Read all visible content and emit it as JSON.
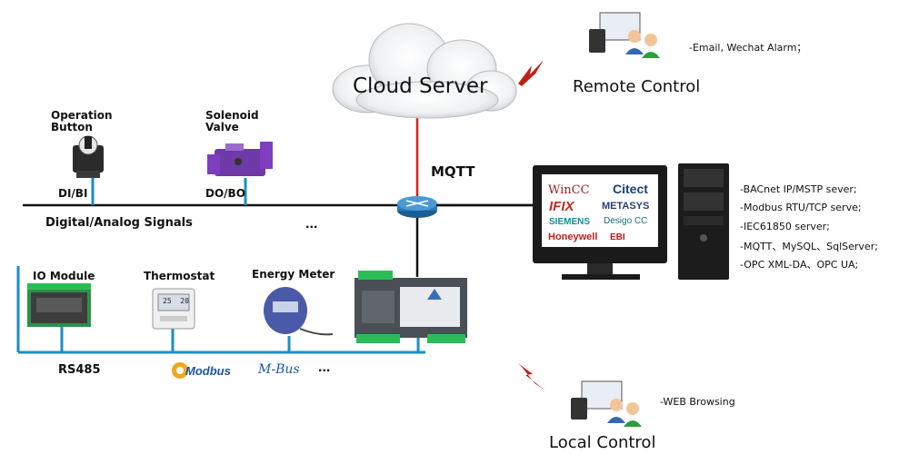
{
  "cloud": {
    "label": "Cloud Server"
  },
  "protocol": {
    "label": "MQTT"
  },
  "remote": {
    "title": "Remote Control",
    "note": "-Email, Wechat Alarm；"
  },
  "local": {
    "title": "Local Control",
    "note": "-WEB Browsing"
  },
  "digital_bus": {
    "label": "Digital/Analog Signals",
    "ellipsis": "...",
    "devices": [
      {
        "name": "Operation\nButton",
        "port": "DI/BI"
      },
      {
        "name": "Solenoid\nValve",
        "port": "DO/BO"
      }
    ]
  },
  "rs485_bus": {
    "label": "RS485",
    "ellipsis": "...",
    "devices": [
      {
        "name": "IO Module"
      },
      {
        "name": "Thermostat"
      },
      {
        "name": "Energy Meter"
      }
    ],
    "protocols": [
      "Modbus",
      "M-Bus"
    ]
  },
  "thermostat_display": "25  20",
  "scada_brands": [
    "WinCC",
    "Citect",
    "IFIX",
    "METASYS",
    "SIEMENS",
    "Desigo CC",
    "Honeywell",
    "EBI"
  ],
  "server_features": [
    "-BACnet IP/MSTP sever;",
    "-Modbus RTU/TCP serve;",
    "-IEC61850 server;",
    "-MQTT、MySQL、SqlServer;",
    "-OPC XML-DA、OPC UA;"
  ],
  "colors": {
    "wan_link": "#d42020",
    "rs485_link": "#1a8fc4",
    "bus_line": "#111111",
    "monitor_bezel": "#1a1a1a",
    "screen": "#ffffff",
    "lightning": "#c0201a"
  }
}
